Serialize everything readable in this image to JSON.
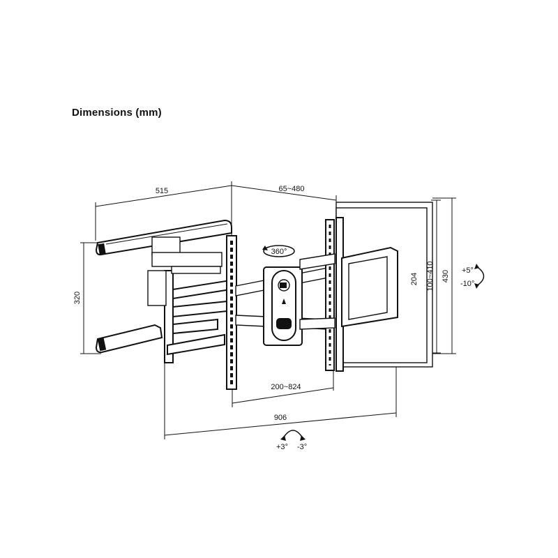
{
  "title": "Dimensions (mm)",
  "dimensions": {
    "arm_length": "515",
    "wall_distance": "65~480",
    "wall_plate_height": "320",
    "hole_spacing_vertical": "204",
    "vesa_vertical": "100~410",
    "bracket_height": "430",
    "vesa_horizontal": "200~824",
    "total_width": "906"
  },
  "rotation": {
    "swivel": "360°",
    "tilt_up": "+5°",
    "tilt_down": "-10°",
    "level_plus": "+3°",
    "level_minus": "-3°"
  },
  "icons": {
    "tilt": "curved-arrow-icon",
    "level": "curved-arrow-icon",
    "swivel": "rotate-arrow-icon"
  },
  "colors": {
    "line": "#111111",
    "background": "#ffffff"
  }
}
